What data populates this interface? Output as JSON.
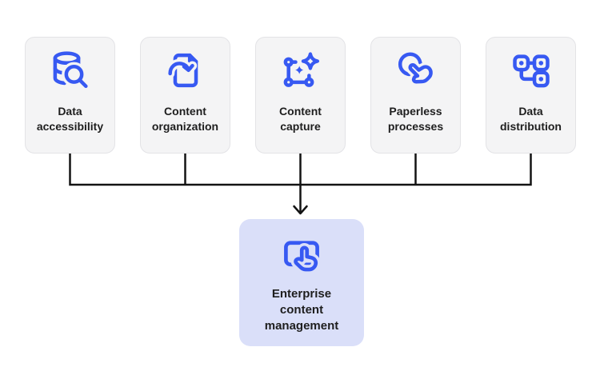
{
  "diagram": {
    "sources": [
      {
        "label": "Data accessibility",
        "icon": "database-search-icon"
      },
      {
        "label": "Content organization",
        "icon": "document-sync-icon"
      },
      {
        "label": "Content capture",
        "icon": "selection-sparkles-icon"
      },
      {
        "label": "Paperless processes",
        "icon": "touch-gesture-icon"
      },
      {
        "label": "Data distribution",
        "icon": "flowchart-nodes-icon"
      }
    ],
    "target": {
      "label": "Enterprise content management",
      "icon": "tap-card-icon"
    },
    "relationship": "five source capabilities feed into one target via bracket connector with downward arrow"
  },
  "colors": {
    "icon_blue": "#3759f2",
    "source_card_bg": "#f4f4f5",
    "source_card_border": "#e3e3e6",
    "target_card_bg": "#dadff9",
    "connector_line": "#131313",
    "label_text": "#1e1e1e",
    "page_bg": "#ffffff"
  }
}
